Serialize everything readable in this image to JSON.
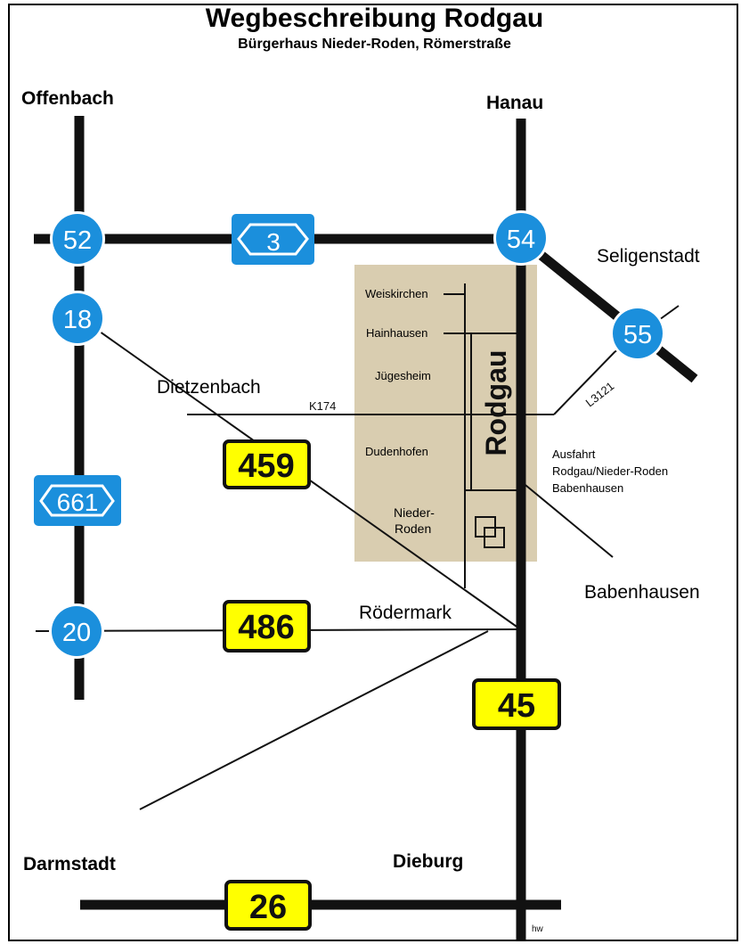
{
  "title": "Wegbeschreibung Rodgau",
  "subtitle": "Bürgerhaus Nieder-Roden, Römerstraße",
  "colors": {
    "blue": "#1b8fdc",
    "yellow": "#ffff00",
    "area": "#d9cdb0",
    "road": "#111111"
  },
  "cities": {
    "offenbach": "Offenbach",
    "hanau": "Hanau",
    "seligenstadt": "Seligenstadt",
    "dietzenbach": "Dietzenbach",
    "babenhausen": "Babenhausen",
    "roedermark": "Rödermark",
    "darmstadt": "Darmstadt",
    "dieburg": "Dieburg"
  },
  "districts": {
    "weiskirchen": "Weiskirchen",
    "hainhausen": "Hainhausen",
    "juegesheim": "Jügesheim",
    "dudenhofen": "Dudenhofen",
    "nieder": "Nieder-",
    "roden": "Roden"
  },
  "area_label": "Rodgau",
  "exit_label": {
    "line1": "Ausfahrt",
    "line2": "Rodgau/Nieder-Roden",
    "line3": "Babenhausen"
  },
  "minor_roads": {
    "k174": "K174",
    "l3121": "L3121"
  },
  "exits": {
    "e52": "52",
    "e54": "54",
    "e18": "18",
    "e55": "55",
    "e20": "20"
  },
  "autobahns": {
    "a3": "3",
    "a661": "661"
  },
  "bundesstrassen": {
    "b459": "459",
    "b486": "486",
    "b45": "45",
    "b26": "26"
  },
  "credit": "hw"
}
